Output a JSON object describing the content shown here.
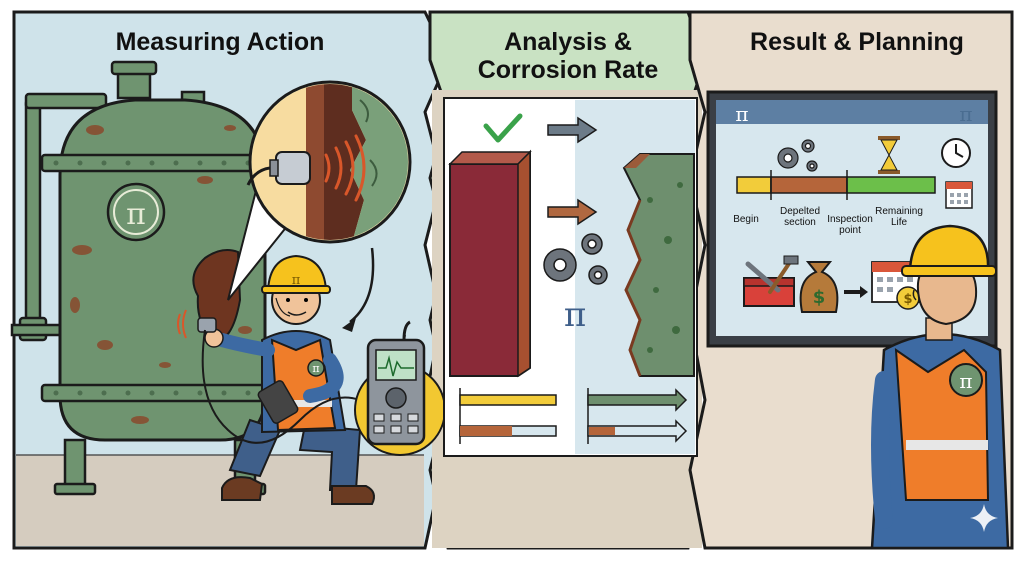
{
  "panels": [
    {
      "title": "Measuring Action"
    },
    {
      "title_line1": "Analysis &",
      "title_line2": "Corrosion Rate"
    },
    {
      "title": "Result & Planning"
    }
  ],
  "logo_symbol": "π",
  "timeline": {
    "labels": {
      "begin": "Begin",
      "depleted_line1": "Depelted",
      "depleted_line2": "section",
      "inspection_line1": "Inspection",
      "inspection_line2": "point",
      "remaining_line1": "Remaining",
      "remaining_line2": "Life"
    },
    "colors": {
      "begin": "#f2cc3a",
      "depleted": "#b5653a",
      "remaining": "#6cbf4a"
    }
  },
  "icons": [
    "check-icon",
    "arrow-icon",
    "gears-icon",
    "hourglass-icon",
    "clock-icon",
    "calendar-icon",
    "toolbox-icon",
    "money-bag-icon",
    "dollar-coin-icon",
    "ultrasonic-probe-icon",
    "thickness-gauge-icon",
    "hard-hat-icon"
  ],
  "colors": {
    "panel1_bg": "#cfe3ea",
    "panel2_bg": "#c9e2c3",
    "panel3_bg": "#e9ddce",
    "vessel": "#6f9470",
    "rust": "#8a4a2c",
    "vest": "#ef7d2a",
    "helmet": "#f6c21d"
  }
}
